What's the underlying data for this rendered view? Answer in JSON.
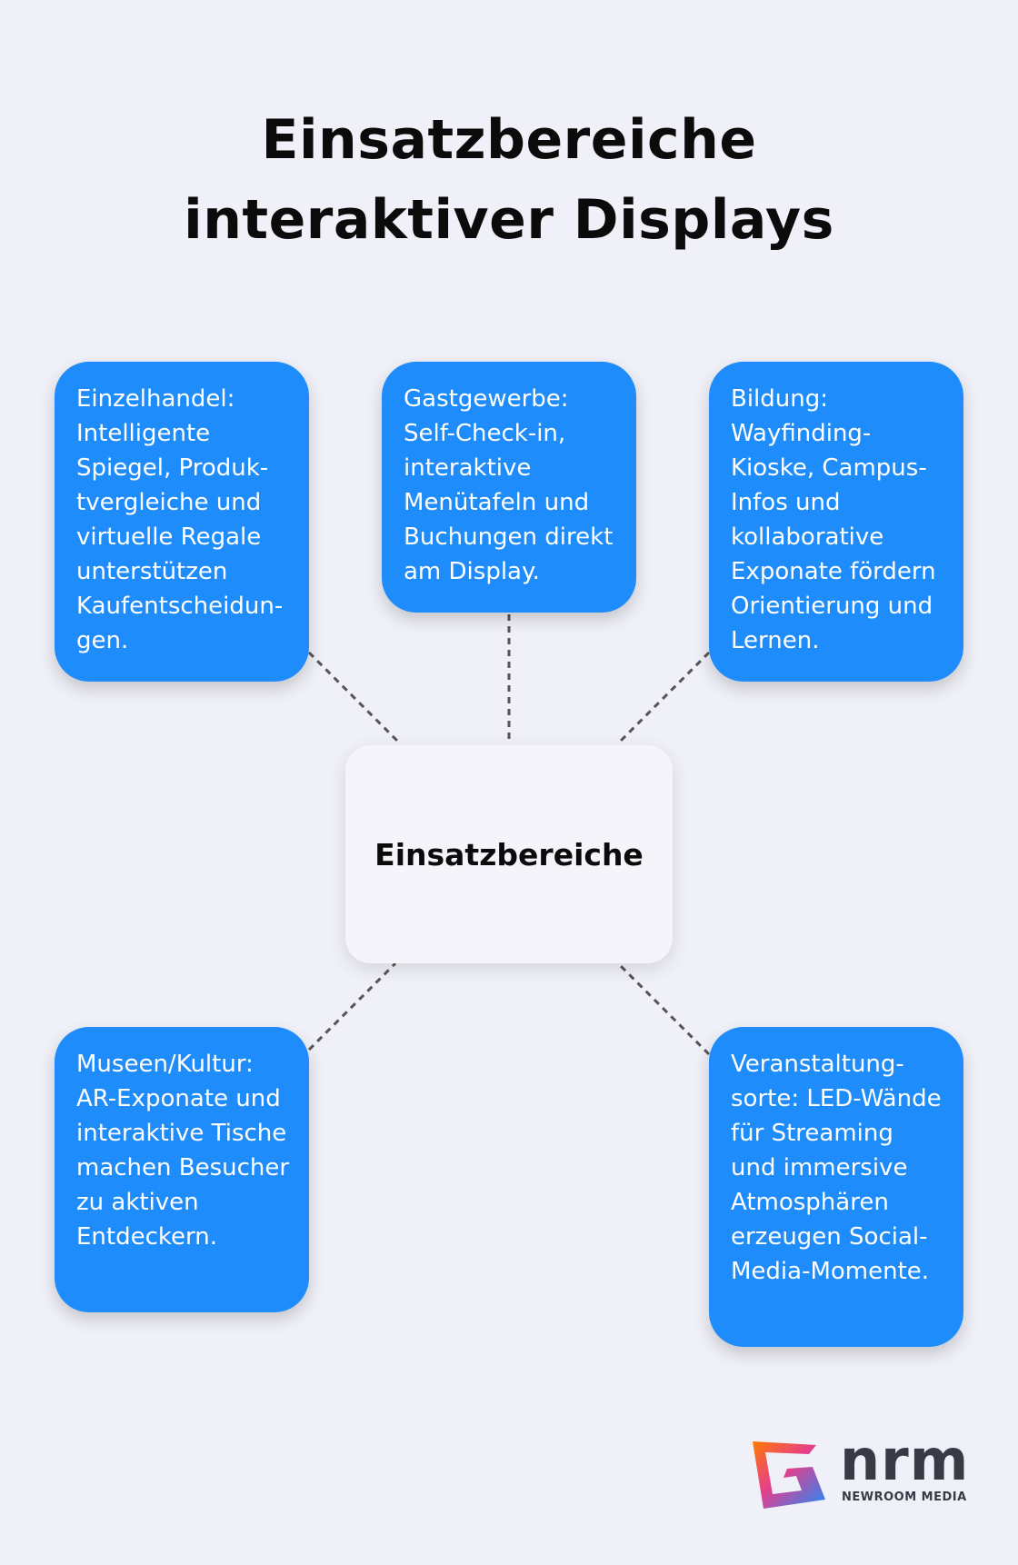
{
  "title": "Einsatzbereiche interaktiver Displays",
  "center_label": "Einsatzbereiche",
  "nodes": {
    "retail": "Einzelhandel: Intelligente Spiegel, Produk-tvergleiche und virtuelle Regale unterstützen Kaufentscheidun-gen.",
    "hospitality": "Gastgewerbe: Self-Check-in, interaktive Menütafeln und Buchungen direkt am Display.",
    "education": "Bildung: Wayfinding-Kioske, Campus-Infos und kollaborative Exponate fördern Orientierung und Lernen.",
    "museums": "Museen/Kultur: AR-Exponate und interaktive Tische machen Besucher zu aktiven Entdeckern.",
    "events": "Veranstaltung-sorte: LED-Wände für Streaming und immersive Atmosphären erzeugen Social-Media-Momente."
  },
  "logo": {
    "word": "nrm",
    "subtitle": "NEWROOM MEDIA"
  },
  "colors": {
    "background": "#f0f0f8",
    "box": "#1e8cfa",
    "center_box": "#f4f4fa",
    "connector": "#555555"
  }
}
